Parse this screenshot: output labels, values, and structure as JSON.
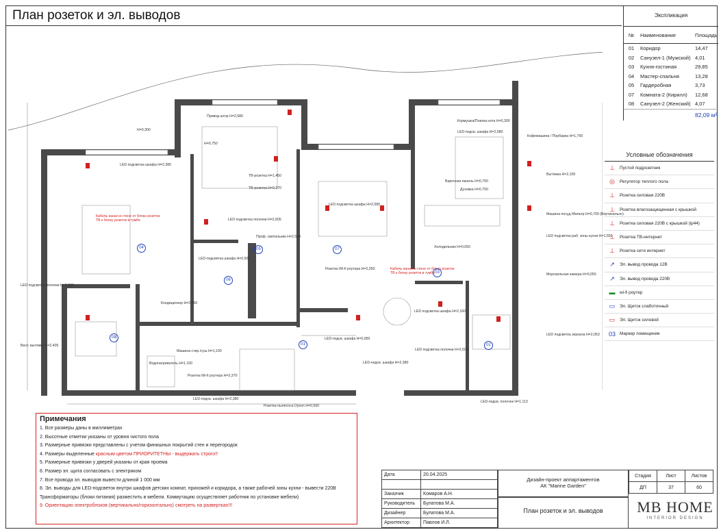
{
  "page_title": "План розеток и эл. выводов",
  "explication": {
    "caption": "Экспликация",
    "headers": [
      "№",
      "Наименование",
      "Площадь"
    ],
    "rows": [
      {
        "num": "01",
        "name": "Коридор",
        "area": "14,47"
      },
      {
        "num": "02",
        "name": "Санузел-1 (Мужской)",
        "area": "4,01"
      },
      {
        "num": "03",
        "name": "Кухня-гостиная",
        "area": "29,85"
      },
      {
        "num": "04",
        "name": "Мастер-спальня",
        "area": "13,28"
      },
      {
        "num": "05",
        "name": "Гардеробная",
        "area": "3,73"
      },
      {
        "num": "07",
        "name": "Комната-2 (Кирилл)",
        "area": "12,68"
      },
      {
        "num": "08",
        "name": "Санузел-2 (Женский)",
        "area": "4,07"
      }
    ],
    "total": "82,09 м²"
  },
  "legend": {
    "title": "Условные обозначения",
    "items": [
      {
        "icon": "⊥",
        "text": "Пустой подрозетник"
      },
      {
        "icon": "◎",
        "text": "Регулятор теплого пола"
      },
      {
        "icon": "⊥",
        "text": "Розетка силовая 220В"
      },
      {
        "icon": "⊥",
        "text": "Розетка влагозащищенная с крышкой"
      },
      {
        "icon": "⊥",
        "text": "Розетка силовая 220В с крышкой (ip44)"
      },
      {
        "icon": "⊥",
        "text": "Розетка ТВ-интернет"
      },
      {
        "icon": "⊥",
        "text": "Розетка сети интернет"
      },
      {
        "icon": "↗",
        "text": "Эл. вывод провода 12В"
      },
      {
        "icon": "↗",
        "text": "Эл. вывод провода 220В"
      },
      {
        "icon": "▬",
        "text": "wi-fi роутер"
      },
      {
        "icon": "▭",
        "text": "Эл. Щиток слаботочный"
      },
      {
        "icon": "▭",
        "text": "Эл. Щиток силовой"
      },
      {
        "icon": "03",
        "text": "Маркер помещения"
      }
    ]
  },
  "notes": {
    "title": "Примечания",
    "items": [
      {
        "text": "1. Все размеры даны в миллиметрах"
      },
      {
        "text": "2. Высотные отметки указаны от уровня чистого пола"
      },
      {
        "text": "3. Размерные привязки представлены с учетом финишных покрытий стен и перегородок"
      },
      {
        "text": "4. Размеры выделенные ",
        "red": "красным цветом ПРИОРИТЕТНЫ - выдержать строго!!"
      },
      {
        "text": "5. Размерные привязки у дверей указаны от края проема"
      },
      {
        "text": "6. Размер эл. щита согласовать с электриком"
      },
      {
        "text": "7. Все провода эл. выводов вывести длиной 1 000 мм"
      },
      {
        "text": "8. Эл. выводы для LED-подсветок внутри шкафов детских комнат, прихожей и коридора, а также рабочей зоны кухни - вывести 220В"
      },
      {
        "text": "Трансформаторы (блоки питания) разместить в мебели. Коммутацию осуществляет работник по установке мебели)"
      },
      {
        "text": "",
        "red": "9. Ориентацию электроблоков (вертикально/горизонтально) смотреть на развертках!!!"
      }
    ]
  },
  "stamp": {
    "rows": [
      {
        "label": "Дата",
        "value": "20.04.2025"
      },
      {
        "label": "",
        "value": ""
      },
      {
        "label": "Заказчик",
        "value": "Комаров А.Н."
      },
      {
        "label": "Руководитель",
        "value": "Булатова М.А."
      },
      {
        "label": "Дизайнер",
        "value": "Булатова М.А."
      },
      {
        "label": "Архитектор",
        "value": "Павлов И.Л."
      }
    ],
    "project_line1": "Дизайн-проект аппартаментов",
    "project_line2": "АК \"Marine Garden\"",
    "sheet_title": "План розеток и эл. выводов",
    "stage_label": "Стадия",
    "sheet_label": "Лист",
    "sheets_label": "Листов",
    "stage": "ДП",
    "sheet": "37",
    "sheets": "60",
    "logo_main": "MB HOME",
    "logo_sub": "INTERIOR DESIGN"
  },
  "plan": {
    "room_markers": [
      "01",
      "02",
      "03",
      "04",
      "05",
      "06",
      "07",
      "08"
    ],
    "labels": [
      {
        "text": "H=0,300",
        "red": false
      },
      {
        "text": "LED подсветка шкафа H=2,380",
        "red": false
      },
      {
        "text": "Привод штор H=2,680",
        "red": false
      },
      {
        "text": "H=0,750",
        "red": false
      },
      {
        "text": "ТВ-розетка H=1,450",
        "red": false
      },
      {
        "text": "ТВ-розетка H=0,370",
        "red": false
      },
      {
        "text": "LED подсветка полочки H=2,605",
        "red": false
      },
      {
        "text": "Кабель канал в стене от блока розеток ТВ к блоку розеток в тумбе",
        "red": true
      },
      {
        "text": "Кабель канал в стене от блока розеток ТВ к блоку розеток в тумбе",
        "red": true
      },
      {
        "text": "Проф. светильник H=2,580",
        "red": false
      },
      {
        "text": "LED-подсветка шкафа H=0,500",
        "red": false
      },
      {
        "text": "Кондиционер H=2,350",
        "red": false
      },
      {
        "text": "LED подсветка шкафа H=2,580",
        "red": false
      },
      {
        "text": "Кормушка/Поилка кота H=0,300",
        "red": false
      },
      {
        "text": "LED-подсв. шкафа H=2,580",
        "red": false
      },
      {
        "text": "Холодильник H=0,050",
        "red": false
      },
      {
        "text": "Варочная панель H=0,750",
        "red": false
      },
      {
        "text": "Духовка H=0,750",
        "red": false
      },
      {
        "text": "Кофемашина / Порбарка H=1,750",
        "red": false
      },
      {
        "text": "Вытяжка H=2,100",
        "red": false
      },
      {
        "text": "Машина посуд./Фильтр H=0,700 (Вертикально)",
        "red": false
      },
      {
        "text": "LED подсветка раб. зоны кухни H=1,550",
        "red": false
      },
      {
        "text": "Морозильная камера H=0,050",
        "red": false
      },
      {
        "text": "Розетка Wi-fi роутера H=2,350",
        "red": false
      },
      {
        "text": "LED подсветка шкафа H=2,160",
        "red": false
      },
      {
        "text": "LED-подсв. шкафа H=0,950",
        "red": false
      },
      {
        "text": "LED подсветка полочки H=2,605",
        "red": false
      },
      {
        "text": "LED подсветка зеркала H=2,053",
        "red": false
      },
      {
        "text": "Вент. вытяжки H=2,405",
        "red": false
      },
      {
        "text": "LED подсветка полочки H=2,580",
        "red": false
      },
      {
        "text": "Машина стир./суш H=1,100",
        "red": false
      },
      {
        "text": "Водонагреватель H=1,100",
        "red": false
      },
      {
        "text": "Розетка Wi-fi роутера H=2,370",
        "red": false
      },
      {
        "text": "LED-подсв. шкафа H=2,380",
        "red": false
      },
      {
        "text": "Розетка пылесоса Dyson H=0,500",
        "red": false
      },
      {
        "text": "LED-подсв. полочек H=1,113",
        "red": false
      },
      {
        "text": "LED-подсв. шкафа H=2,380",
        "red": false
      }
    ]
  }
}
